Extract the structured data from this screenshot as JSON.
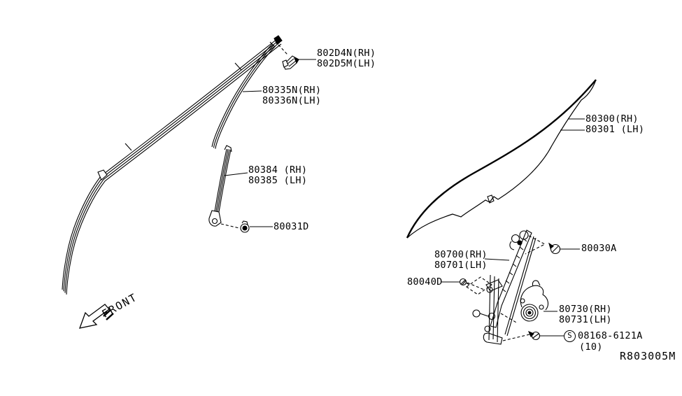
{
  "meta": {
    "ref_code": "R803005M",
    "front_label": "FRONT",
    "ink_color": "#000000",
    "background_color": "#ffffff"
  },
  "labels": {
    "clip": {
      "line1": "802D4N(RH)",
      "line2": "802D5M(LH)"
    },
    "front_channel": {
      "line1": "80335N(RH)",
      "line2": "80336N(LH)"
    },
    "glass": {
      "line1": "80300(RH)",
      "line2": "80301 (LH)"
    },
    "sash": {
      "line1": "80384 (RH)",
      "line2": "80385 (LH)"
    },
    "sash_bolt": {
      "line1": "80031D"
    },
    "regulator": {
      "line1": "80700(RH)",
      "line2": "80701(LH)"
    },
    "regulator_screw_top": {
      "line1": "80030A"
    },
    "regulator_screw_left": {
      "line1": "80040D"
    },
    "motor": {
      "line1": "80730(RH)",
      "line2": "80731(LH)"
    },
    "standard_screw": {
      "symbol": "S",
      "line1": "08168-6121A",
      "line2": "(10)"
    }
  }
}
